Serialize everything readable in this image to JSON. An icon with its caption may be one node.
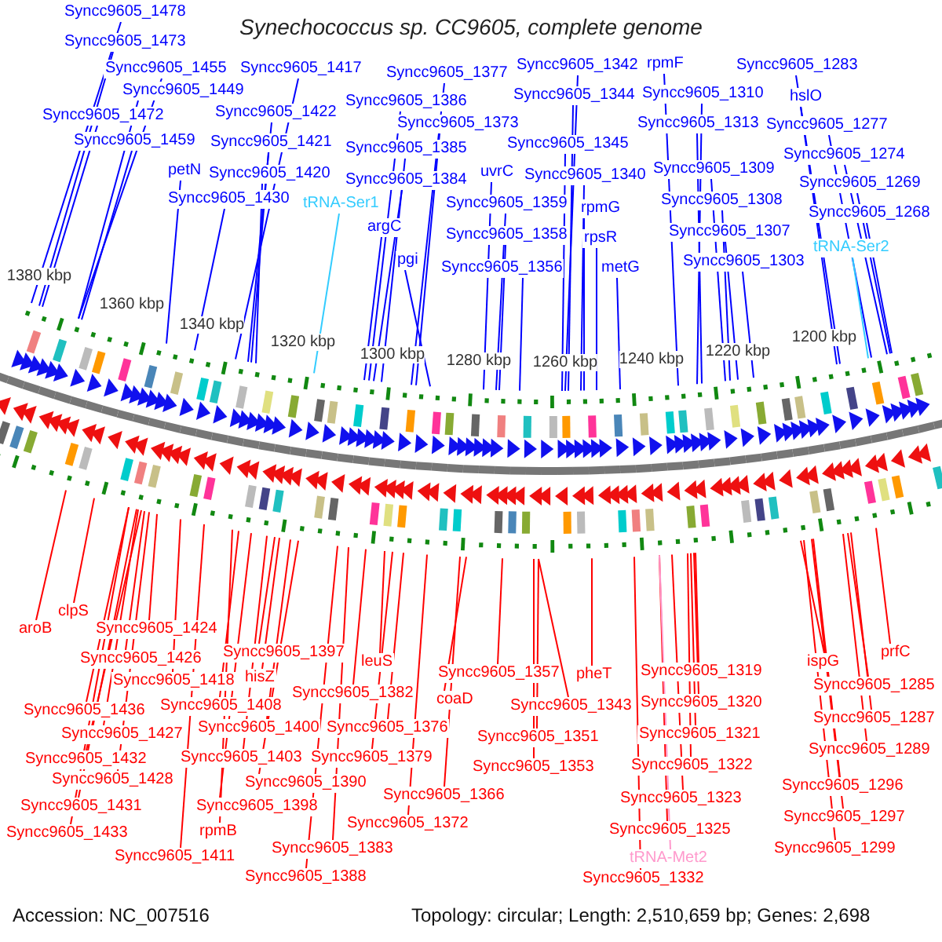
{
  "diagram": {
    "title": "Synechococcus sp. CC9605, complete genome",
    "nodes": [
      {
        "text": [
          "Syncc9605_1478"
        ]
      },
      {
        "text": [
          "Syncc9605_1473"
        ]
      },
      {
        "text": [
          "Syncc9605_1455"
        ]
      },
      {
        "text": [
          "Syncc9605_1449"
        ]
      },
      {
        "text": [
          "Syncc9605_1472"
        ]
      },
      {
        "text": [
          "Syncc9605_1459"
        ]
      },
      {
        "text": [
          "petN"
        ]
      },
      {
        "text": [
          "Syncc9605_1430"
        ]
      },
      {
        "text": [
          "Syncc9605_1417"
        ]
      },
      {
        "text": [
          "Syncc9605_1422"
        ]
      },
      {
        "text": [
          "Syncc9605_1421"
        ]
      },
      {
        "text": [
          "Syncc9605_1420"
        ]
      },
      {
        "text": [
          "tRNA-Ser1"
        ]
      },
      {
        "text": [
          "Syncc9605_1377"
        ]
      },
      {
        "text": [
          "Syncc9605_1386"
        ]
      },
      {
        "text": [
          "Syncc9605_1373"
        ]
      },
      {
        "text": [
          "Syncc9605_1385"
        ]
      },
      {
        "text": [
          "Syncc9605_1384"
        ]
      },
      {
        "text": [
          "argC"
        ]
      },
      {
        "text": [
          "pgi"
        ]
      },
      {
        "text": [
          "uvrC"
        ]
      },
      {
        "text": [
          "Syncc9605_1359"
        ]
      },
      {
        "text": [
          "Syncc9605_1358"
        ]
      },
      {
        "text": [
          "Syncc9605_1356"
        ]
      },
      {
        "text": [
          "Syncc9605_1342"
        ]
      },
      {
        "text": [
          "Syncc9605_1344"
        ]
      },
      {
        "text": [
          "Syncc9605_1345"
        ]
      },
      {
        "text": [
          "Syncc9605_1340"
        ]
      },
      {
        "text": [
          "rpmG"
        ]
      },
      {
        "text": [
          "rpsR"
        ]
      },
      {
        "text": [
          "metG"
        ]
      },
      {
        "text": [
          "rpmF"
        ]
      },
      {
        "text": [
          "Syncc9605_1310"
        ]
      },
      {
        "text": [
          "Syncc9605_1313"
        ]
      },
      {
        "text": [
          "Syncc9605_1309"
        ]
      },
      {
        "text": [
          "Syncc9605_1308"
        ]
      },
      {
        "text": [
          "Syncc9605_1307"
        ]
      },
      {
        "text": [
          "Syncc9605_1303"
        ]
      },
      {
        "text": [
          "Syncc9605_1283"
        ]
      },
      {
        "text": [
          "hslO"
        ]
      },
      {
        "text": [
          "Syncc9605_1277"
        ]
      },
      {
        "text": [
          "Syncc9605_1274"
        ]
      },
      {
        "text": [
          "Syncc9605_1269"
        ]
      },
      {
        "text": [
          "Syncc9605_1268"
        ]
      },
      {
        "text": [
          "tRNA-Ser2"
        ]
      },
      {
        "text": [
          "aroB"
        ]
      },
      {
        "text": [
          "clpS"
        ]
      },
      {
        "text": [
          "Syncc9605_1424"
        ]
      },
      {
        "text": [
          "Syncc9605_1426"
        ]
      },
      {
        "text": [
          "Syncc9605_1418"
        ]
      },
      {
        "text": [
          "Syncc9605_1436"
        ]
      },
      {
        "text": [
          "Syncc9605_1427"
        ]
      },
      {
        "text": [
          "Syncc9605_1432"
        ]
      },
      {
        "text": [
          "Syncc9605_1428"
        ]
      },
      {
        "text": [
          "Syncc9605_1431"
        ]
      },
      {
        "text": [
          "Syncc9605_1433"
        ]
      },
      {
        "text": [
          "Syncc9605_1397"
        ]
      },
      {
        "text": [
          "hisZ"
        ]
      },
      {
        "text": [
          "Syncc9605_1408"
        ]
      },
      {
        "text": [
          "Syncc9605_1400"
        ]
      },
      {
        "text": [
          "Syncc9605_1403"
        ]
      },
      {
        "text": [
          "Syncc9605_1390"
        ]
      },
      {
        "text": [
          "Syncc9605_1398"
        ]
      },
      {
        "text": [
          "rpmB"
        ]
      },
      {
        "text": [
          "Syncc9605_1411"
        ]
      },
      {
        "text": [
          "Syncc9605_1388"
        ]
      },
      {
        "text": [
          "Syncc9605_1383"
        ]
      },
      {
        "text": [
          "leuS"
        ]
      },
      {
        "text": [
          "Syncc9605_1382"
        ]
      },
      {
        "text": [
          "Syncc9605_1376"
        ]
      },
      {
        "text": [
          "Syncc9605_1379"
        ]
      },
      {
        "text": [
          "Syncc9605_1372"
        ]
      },
      {
        "text": [
          "Syncc9605_1366"
        ]
      },
      {
        "text": [
          "Syncc9605_1357"
        ]
      },
      {
        "text": [
          "coaD"
        ]
      },
      {
        "text": [
          "Syncc9605_1343"
        ]
      },
      {
        "text": [
          "pheT"
        ]
      },
      {
        "text": [
          "Syncc9605_1351"
        ]
      },
      {
        "text": [
          "Syncc9605_1353"
        ]
      },
      {
        "text": [
          "Syncc9605_1319"
        ]
      },
      {
        "text": [
          "Syncc9605_1320"
        ]
      },
      {
        "text": [
          "Syncc9605_1321"
        ]
      },
      {
        "text": [
          "Syncc9605_1322"
        ]
      },
      {
        "text": [
          "Syncc9605_1323"
        ]
      },
      {
        "text": [
          "Syncc9605_1325"
        ]
      },
      {
        "text": [
          "tRNA-Met2"
        ]
      },
      {
        "text": [
          "Syncc9605_1332"
        ]
      },
      {
        "text": [
          "ispG"
        ]
      },
      {
        "text": [
          "prfC"
        ]
      },
      {
        "text": [
          "Syncc9605_1285"
        ]
      },
      {
        "text": [
          "Syncc9605_1287"
        ]
      },
      {
        "text": [
          "Syncc9605_1289"
        ]
      },
      {
        "text": [
          "Syncc9605_1296"
        ]
      },
      {
        "text": [
          "Syncc9605_1297"
        ]
      },
      {
        "text": [
          "Syncc9605_1299"
        ]
      }
    ],
    "edges": [
      {
        "from": 0,
        "to": null,
        "arrow": "none",
        "color": "#0000ff"
      },
      {
        "from": 1,
        "to": null,
        "arrow": "none",
        "color": "#0000ff"
      },
      {
        "from": 2,
        "to": null,
        "arrow": "none",
        "color": "#0000ff"
      },
      {
        "from": 3,
        "to": null,
        "arrow": "none",
        "color": "#0000ff"
      },
      {
        "from": 4,
        "to": null,
        "arrow": "none",
        "color": "#0000ff"
      },
      {
        "from": 5,
        "to": null,
        "arrow": "none",
        "color": "#0000ff"
      },
      {
        "from": 6,
        "to": null,
        "arrow": "none",
        "color": "#0000ff"
      },
      {
        "from": 7,
        "to": null,
        "arrow": "none",
        "color": "#0000ff"
      },
      {
        "from": 8,
        "to": null,
        "arrow": "none",
        "color": "#0000ff"
      },
      {
        "from": 9,
        "to": null,
        "arrow": "none",
        "color": "#0000ff"
      },
      {
        "from": 10,
        "to": null,
        "arrow": "none",
        "color": "#0000ff"
      },
      {
        "from": 11,
        "to": null,
        "arrow": "none",
        "color": "#0000ff"
      },
      {
        "from": 12,
        "to": null,
        "arrow": "none",
        "color": "#33ccff"
      },
      {
        "from": 13,
        "to": null,
        "arrow": "none",
        "color": "#0000ff"
      },
      {
        "from": 14,
        "to": null,
        "arrow": "none",
        "color": "#0000ff"
      },
      {
        "from": 15,
        "to": null,
        "arrow": "none",
        "color": "#0000ff"
      },
      {
        "from": 16,
        "to": null,
        "arrow": "none",
        "color": "#0000ff"
      },
      {
        "from": 17,
        "to": null,
        "arrow": "none",
        "color": "#0000ff"
      },
      {
        "from": 18,
        "to": null,
        "arrow": "none",
        "color": "#0000ff"
      },
      {
        "from": 19,
        "to": null,
        "arrow": "none",
        "color": "#0000ff"
      },
      {
        "from": 20,
        "to": null,
        "arrow": "none",
        "color": "#0000ff"
      },
      {
        "from": 21,
        "to": null,
        "arrow": "none",
        "color": "#0000ff"
      },
      {
        "from": 22,
        "to": null,
        "arrow": "none",
        "color": "#0000ff"
      },
      {
        "from": 23,
        "to": null,
        "arrow": "none",
        "color": "#0000ff"
      },
      {
        "from": 24,
        "to": null,
        "arrow": "none",
        "color": "#0000ff"
      },
      {
        "from": 25,
        "to": null,
        "arrow": "none",
        "color": "#0000ff"
      },
      {
        "from": 26,
        "to": null,
        "arrow": "none",
        "color": "#0000ff"
      },
      {
        "from": 27,
        "to": null,
        "arrow": "none",
        "color": "#0000ff"
      },
      {
        "from": 28,
        "to": null,
        "arrow": "none",
        "color": "#0000ff"
      },
      {
        "from": 29,
        "to": null,
        "arrow": "none",
        "color": "#0000ff"
      },
      {
        "from": 30,
        "to": null,
        "arrow": "none",
        "color": "#0000ff"
      },
      {
        "from": 31,
        "to": null,
        "arrow": "none",
        "color": "#0000ff"
      },
      {
        "from": 32,
        "to": null,
        "arrow": "none",
        "color": "#0000ff"
      },
      {
        "from": 33,
        "to": null,
        "arrow": "none",
        "color": "#0000ff"
      },
      {
        "from": 34,
        "to": null,
        "arrow": "none",
        "color": "#0000ff"
      },
      {
        "from": 35,
        "to": null,
        "arrow": "none",
        "color": "#0000ff"
      },
      {
        "from": 36,
        "to": null,
        "arrow": "none",
        "color": "#0000ff"
      },
      {
        "from": 37,
        "to": null,
        "arrow": "none",
        "color": "#0000ff"
      },
      {
        "from": 38,
        "to": null,
        "arrow": "none",
        "color": "#0000ff"
      },
      {
        "from": 39,
        "to": null,
        "arrow": "none",
        "color": "#0000ff"
      },
      {
        "from": 40,
        "to": null,
        "arrow": "none",
        "color": "#0000ff"
      },
      {
        "from": 41,
        "to": null,
        "arrow": "none",
        "color": "#0000ff"
      },
      {
        "from": 42,
        "to": null,
        "arrow": "none",
        "color": "#0000ff"
      },
      {
        "from": 43,
        "to": null,
        "arrow": "none",
        "color": "#0000ff"
      },
      {
        "from": 44,
        "to": null,
        "arrow": "none",
        "color": "#33ccff"
      },
      {
        "from": 45,
        "to": null,
        "arrow": "none"
      },
      {
        "from": 46,
        "to": null,
        "arrow": "none"
      },
      {
        "from": 47,
        "to": null,
        "arrow": "none"
      },
      {
        "from": 48,
        "to": null,
        "arrow": "none"
      },
      {
        "from": 49,
        "to": null,
        "arrow": "none"
      },
      {
        "from": 50,
        "to": null,
        "arrow": "none"
      },
      {
        "from": 51,
        "to": null,
        "arrow": "none"
      },
      {
        "from": 52,
        "to": null,
        "arrow": "none"
      },
      {
        "from": 53,
        "to": null,
        "arrow": "none"
      },
      {
        "from": 54,
        "to": null,
        "arrow": "none"
      },
      {
        "from": 55,
        "to": null,
        "arrow": "none"
      },
      {
        "from": 56,
        "to": null,
        "arrow": "none"
      },
      {
        "from": 57,
        "to": null,
        "arrow": "none"
      },
      {
        "from": 58,
        "to": null,
        "arrow": "none"
      },
      {
        "from": 59,
        "to": null,
        "arrow": "none"
      },
      {
        "from": 60,
        "to": null,
        "arrow": "none"
      },
      {
        "from": 61,
        "to": null,
        "arrow": "none"
      },
      {
        "from": 62,
        "to": null,
        "arrow": "none"
      },
      {
        "from": 63,
        "to": null,
        "arrow": "none"
      },
      {
        "from": 64,
        "to": null,
        "arrow": "none"
      },
      {
        "from": 65,
        "to": null,
        "arrow": "none"
      },
      {
        "from": 66,
        "to": null,
        "arrow": "none"
      },
      {
        "from": 67,
        "to": null,
        "arrow": "none"
      },
      {
        "from": 68,
        "to": null,
        "arrow": "none"
      },
      {
        "from": 69,
        "to": null,
        "arrow": "none"
      },
      {
        "from": 70,
        "to": null,
        "arrow": "none"
      },
      {
        "from": 71,
        "to": null,
        "arrow": "none"
      },
      {
        "from": 72,
        "to": null,
        "arrow": "none"
      },
      {
        "from": 73,
        "to": null,
        "arrow": "none"
      },
      {
        "from": 74,
        "to": null,
        "arrow": "none"
      },
      {
        "from": 75,
        "to": null,
        "arrow": "none"
      },
      {
        "from": 76,
        "to": null,
        "arrow": "none"
      },
      {
        "from": 77,
        "to": null,
        "arrow": "none"
      },
      {
        "from": 78,
        "to": null,
        "arrow": "none"
      },
      {
        "from": 79,
        "to": null,
        "arrow": "none"
      },
      {
        "from": 80,
        "to": null,
        "arrow": "none"
      },
      {
        "from": 81,
        "to": null,
        "arrow": "none"
      },
      {
        "from": 82,
        "to": null,
        "arrow": "none"
      },
      {
        "from": 83,
        "to": null,
        "arrow": "none"
      },
      {
        "from": 84,
        "to": null,
        "arrow": "none"
      },
      {
        "from": 85,
        "to": null,
        "arrow": "none",
        "color": "#ff99cc"
      },
      {
        "from": 86,
        "to": null,
        "arrow": "none"
      },
      {
        "from": 87,
        "to": null,
        "arrow": "none"
      },
      {
        "from": 88,
        "to": null,
        "arrow": "none"
      },
      {
        "from": 89,
        "to": null,
        "arrow": "none"
      },
      {
        "from": 90,
        "to": null,
        "arrow": "none"
      },
      {
        "from": 91,
        "to": null,
        "arrow": "none"
      },
      {
        "from": 92,
        "to": null,
        "arrow": "none"
      },
      {
        "from": 93,
        "to": null,
        "arrow": "none"
      },
      {
        "from": 94,
        "to": null,
        "arrow": "none"
      }
    ],
    "labels": [
      "1380 kbp",
      "1360 kbp",
      "1340 kbp",
      "1320 kbp",
      "1300 kbp",
      "1280 kbp",
      "1260 kbp",
      "1240 kbp",
      "1220 kbp",
      "1200 kbp",
      "Accession: NC_007516",
      "Topology: circular; Length: 2,510,659 bp; Genes: 2,698"
    ]
  }
}
